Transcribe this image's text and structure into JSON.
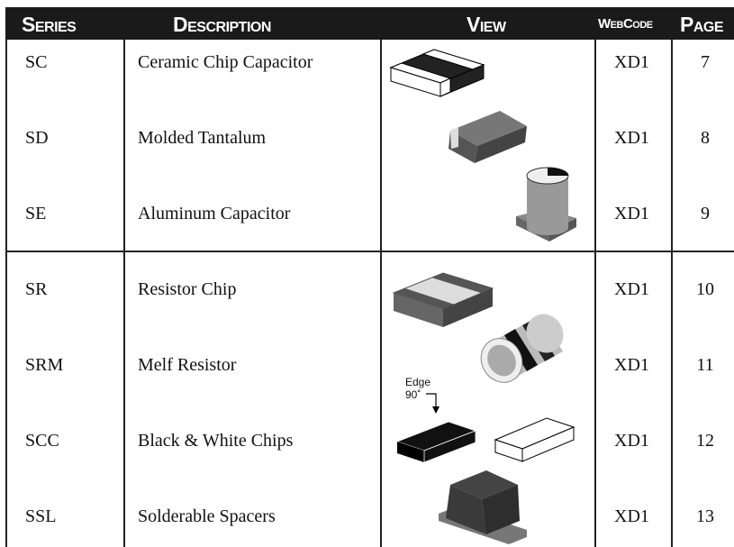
{
  "headers": {
    "series": "Series",
    "description": "Description",
    "view": "View",
    "webcode": "WebCode",
    "page": "Page"
  },
  "rows": [
    {
      "series": "SC",
      "description": "Ceramic Chip Capacitor",
      "webcode": "XD1",
      "page": "7"
    },
    {
      "series": "SD",
      "description": "Molded Tantalum",
      "webcode": "XD1",
      "page": "8"
    },
    {
      "series": "SE",
      "description": "Aluminum Capacitor",
      "webcode": "XD1",
      "page": "9"
    },
    {
      "series": "SR",
      "description": "Resistor Chip",
      "webcode": "XD1",
      "page": "10"
    },
    {
      "series": "SRM",
      "description": "Melf Resistor",
      "webcode": "XD1",
      "page": "11"
    },
    {
      "series": "SCC",
      "description": "Black & White Chips",
      "webcode": "XD1",
      "page": "12"
    },
    {
      "series": "SSL",
      "description": "Solderable Spacers",
      "webcode": "XD1",
      "page": "13"
    }
  ],
  "annotation": {
    "line1": "Edge",
    "line2": "90˚"
  }
}
